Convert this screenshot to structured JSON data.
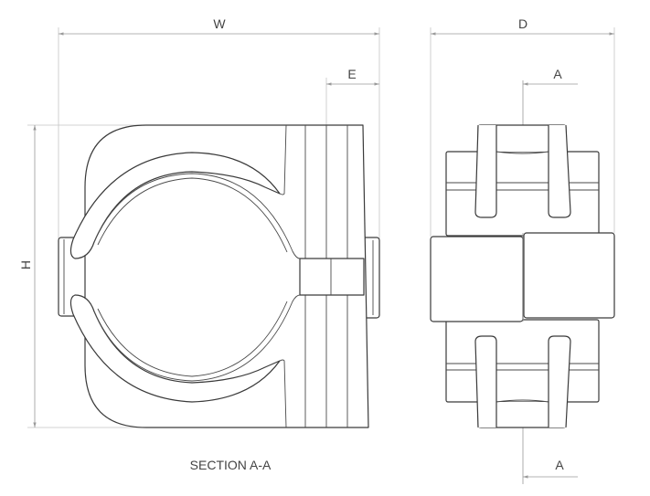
{
  "dimensions": {
    "width_label": "W",
    "edge_label": "E",
    "height_label": "H",
    "depth_label": "D",
    "section_marker_top": "A",
    "section_marker_bottom": "A"
  },
  "caption": "SECTION A-A",
  "colors": {
    "line": "#3a3a3a",
    "dimension": "#9a9a9a"
  }
}
